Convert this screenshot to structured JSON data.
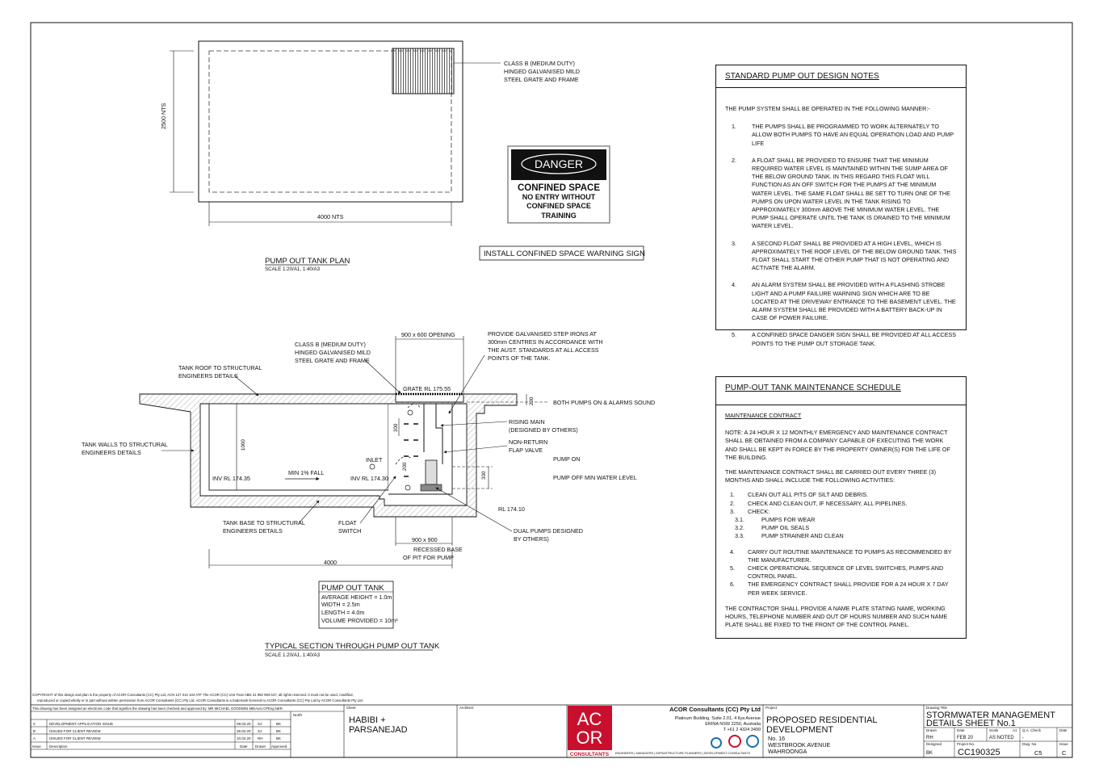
{
  "plan": {
    "grate_note": [
      "CLASS B (MEDIUM DUTY)",
      "HINGED GALVANISED MILD",
      "STEEL GRATE AND FRAME"
    ],
    "width_dim": "4000 NTS",
    "height_dim": "2500 NTS",
    "title": "PUMP OUT TANK PLAN",
    "scale": "SCALE 1:20/A1, 1:40/A3"
  },
  "sign": {
    "danger": "DANGER",
    "confined": "CONFINED SPACE",
    "line1": "NO ENTRY WITHOUT",
    "line2": "CONFINED SPACE",
    "line3": "TRAINING",
    "caption": "INSTALL CONFINED SPACE WARNING SIGN"
  },
  "section": {
    "opening_dim": "900 x 600 OPENING",
    "grate_note": [
      "CLASS B (MEDIUM DUTY)",
      "HINGED GALVANISED MILD",
      "STEEL GRATE AND FRAME"
    ],
    "step_note": [
      "PROVIDE GALVANISED STEP IRONS AT",
      "300mm CENTRES IN ACCORDANCE WITH",
      "THE AUST. STANDARDS AT ALL ACCESS",
      "POINTS OF THE TANK."
    ],
    "roof_note": [
      "TANK ROOF TO STRUCTURAL",
      "ENGINEERS DETAILS"
    ],
    "grate_rl": "GRATE RL 175.55",
    "both_pumps": "BOTH PUMPS ON & ALARMS SOUND",
    "dim_200_top": "200",
    "dim_300": "300",
    "dim_1000": "1000",
    "dim_300_right": "300",
    "dim_200_pit": "200",
    "rising_main": [
      "RISING MAIN",
      "(DESIGNED BY OTHERS)"
    ],
    "non_return": [
      "NON-RETURN",
      "FLAP VALVE"
    ],
    "walls_note": [
      "TANK WALLS TO STRUCTURAL",
      "ENGINEERS DETAILS"
    ],
    "inlet": "INLET",
    "pump_on": "PUMP ON",
    "pump_off": "PUMP OFF MIN WATER LEVEL",
    "inv_left": "INV RL 174.35",
    "fall": "MIN 1% FALL",
    "inv_right": "INV RL 174.30",
    "rl_base": "RL 174.10",
    "base_note": [
      "TANK BASE TO STRUCTURAL",
      "ENGINEERS DETAILS"
    ],
    "float_switch": [
      "FLOAT",
      "SWITCH"
    ],
    "dual_pumps": [
      "DUAL PUMPS DESIGNED",
      "BY OTHERS)"
    ],
    "pit_dim": "900 x 900",
    "pit_note": [
      "RECESSED BASE",
      "OF PIT FOR PUMP"
    ],
    "length_dim": "4000",
    "title": "TYPICAL SECTION THROUGH PUMP OUT TANK",
    "scale": "SCALE 1:20/A1, 1:40/A3"
  },
  "tank_box": {
    "title": "PUMP OUT TANK",
    "lines": [
      "AVERAGE HEIGHT = 1.0m",
      "WIDTH = 2.5m",
      "LENGTH = 4.0m",
      "VOLUME PROVIDED = 10m³"
    ]
  },
  "notes": {
    "title": "STANDARD PUMP OUT DESIGN NOTES",
    "intro": "THE PUMP SYSTEM SHALL BE OPERATED IN THE FOLLOWING MANNER:-",
    "items": [
      {
        "n": "1.",
        "text": "THE PUMPS SHALL BE PROGRAMMED TO WORK ALTERNATELY TO ALLOW BOTH PUMPS TO HAVE AN EQUAL OPERATION LOAD AND PUMP LIFE"
      },
      {
        "n": "2.",
        "text": "A FLOAT SHALL BE PROVIDED TO ENSURE THAT THE MINIMUM REQUIRED WATER LEVEL IS MAINTAINED WITHIN THE SUMP AREA OF THE BELOW GROUND TANK. IN THIS REGARD THIS FLOAT WILL FUNCTION AS AN OFF SWITCH FOR THE PUMPS AT THE MINIMUM WATER LEVEL. THE SAME FLOAT SHALL BE SET TO TURN ONE OF THE PUMPS ON UPON WATER LEVEL IN THE TANK RISING TO APPROXIMATELY 300mm ABOVE THE MINIMUM WATER LEVEL. THE PUMP SHALL OPERATE UNTIL THE TANK IS DRAINED TO THE MINIMUM WATER LEVEL."
      },
      {
        "n": "3.",
        "text": "A SECOND FLOAT SHALL BE PROVIDED AT A HIGH LEVEL, WHICH IS APPROXIMATELY THE ROOF LEVEL OF THE BELOW GROUND TANK. THIS FLOAT SHALL START THE OTHER PUMP THAT IS NOT OPERATING AND ACTIVATE THE ALARM."
      },
      {
        "n": "4.",
        "text": "AN ALARM SYSTEM SHALL BE PROVIDED WITH A FLASHING STROBE LIGHT AND A PUMP FAILURE WARNING SIGN WHICH ARE TO BE LOCATED AT THE DRIVEWAY ENTRANCE TO THE BASEMENT LEVEL. THE ALARM SYSTEM SHALL BE PROVIDED WITH A BATTERY BACK-UP IN CASE OF POWER FAILURE."
      },
      {
        "n": "5.",
        "text": "A CONFINED SPACE DANGER SIGN SHALL BE PROVIDED AT ALL ACCESS POINTS TO THE PUMP OUT STORAGE TANK."
      }
    ]
  },
  "maint": {
    "title": "PUMP-OUT TANK MAINTENANCE SCHEDULE",
    "subtitle": "MAINTENANCE CONTRACT",
    "p1": "NOTE: A 24 HOUR X 12 MONTHLY EMERGENCY AND MAINTENANCE CONTRACT SHALL BE OBTAINED FROM A COMPANY CAPABLE OF EXECUTING THE WORK AND SHALL BE KEPT IN FORCE BY THE PROPERTY OWNER(S) FOR THE LIFE OF THE BUILDING.",
    "p2": "THE MAINTENANCE CONTRACT SHALL BE CARRIED OUT EVERY THREE (3) MONTHS AND SHALL INCLUDE THE FOLLOWING ACTIVITIES:",
    "i1": "CLEAN OUT ALL PITS OF SILT AND DEBRIS.",
    "i2": "CHECK AND CLEAN OUT, IF NECESSARY, ALL PIPELINES.",
    "i3": "CHECK:",
    "s1": "PUMPS FOR WEAR",
    "s2": "PUMP OIL SEALS",
    "s3": "PUMP STRAINER AND CLEAN",
    "i4": "CARRY OUT ROUTINE MAINTENANCE TO PUMPS AS RECOMMENDED BY THE MANUFACTURER.",
    "i5": "CHECK OPERATIONAL SEQUENCE OF LEVEL SWITCHES, PUMPS AND CONTROL PANEL.",
    "i6": "THE EMERGENCY CONTRACT SHALL PROVIDE FOR A 24 HOUR X 7 DAY PER WEEK SERVICE.",
    "p3": "THE CONTRACTOR SHALL PROVIDE A NAME PLATE STATING NAME, WORKING HOURS, TELEPHONE NUMBER AND OUT OF HOURS NUMBER AND SUCH NAME PLATE SHALL BE FIXED TO THE FRONT OF THE CONTROL PANEL."
  },
  "titleblock": {
    "copyright1": "COPYRIGHT of this design and plan is the property of ACOR Consultants (CC) Pty Ltd, ACN 127 012 104 ATF The ACOR (CC) Unit Trust ABN 31 992 993 647, all rights reserved. It must not be used, modified,",
    "copyright2": "reproduced or copied wholly or in part without written permission from ACOR Consultants (CC) Pty Ltd. ACOR Consultants is a trademark licensed to ACOR Consultants (CC) Pty Ltd by ACOR Consultants Pty Ltd.",
    "approval": "This drawing has been assigned an electronic code that signifies the drawing has been checked and approved by: MR MICHAEL GOODWIN MIEAust CPEng NER",
    "north": "North",
    "revisions": [
      {
        "issue": "C",
        "desc": "DEVELOPMENT APPLICATION ISSUE",
        "date": "09.03.20",
        "drawn": "SJ",
        "approved": "BK"
      },
      {
        "issue": "B",
        "desc": "ISSUED FOR CLIENT REVIEW",
        "date": "26.02.20",
        "drawn": "SJ",
        "approved": "BK"
      },
      {
        "issue": "A",
        "desc": "ISSUED FOR CLIENT REVIEW",
        "date": "10.02.20",
        "drawn": "RH",
        "approved": "BK"
      }
    ],
    "rev_header": {
      "issue": "Issue",
      "desc": "Description",
      "date": "Date",
      "drawn": "Drawn",
      "approved": "Approved"
    },
    "client_label": "Client",
    "client": [
      "HABIBI +",
      "PARSANEJAD"
    ],
    "architect_label": "Architect",
    "logo_top": "AC",
    "logo_bot": "OR",
    "logo_word": "CONSULTANTS",
    "company": "ACOR Consultants (CC) Pty Ltd",
    "address": [
      "Platinum Building, Suite 2.01, 4 Ilya Avenue",
      "ERINA NSW 2250, Australia",
      "T +61 2 4324 3499"
    ],
    "services": "ENGINEERS | MANAGERS | INFRASTRUCTURE PLANNERS | DEVELOPMENT CONSULTANTS",
    "project_label": "Project",
    "project": [
      "PROPOSED RESIDENTIAL",
      "DEVELOPMENT"
    ],
    "address_site": [
      "No. 16",
      "WESTBROOK AVENUE",
      "WAHROONGA"
    ],
    "drawing_title_label": "Drawing Title",
    "drawing_title": [
      "STORMWATER MANAGEMENT",
      "DETAILS SHEET No.1"
    ],
    "drawn_label": "Drawn",
    "drawn": "RH",
    "date_label": "Date",
    "date": "FEB 20",
    "scale_label": "Scale",
    "scale_size": "A1",
    "scale": "AS NOTED",
    "qa_label": "Q.A. Check",
    "qa": "-",
    "qa_date_label": "Date",
    "qa_date": "",
    "designed_label": "Designed",
    "designed": "BK",
    "project_no_label": "Project No.",
    "project_no": "CC190325",
    "dwg_no_label": "Dwg. No.",
    "dwg_no": "C5",
    "issue_label": "Issue",
    "issue": "C"
  }
}
